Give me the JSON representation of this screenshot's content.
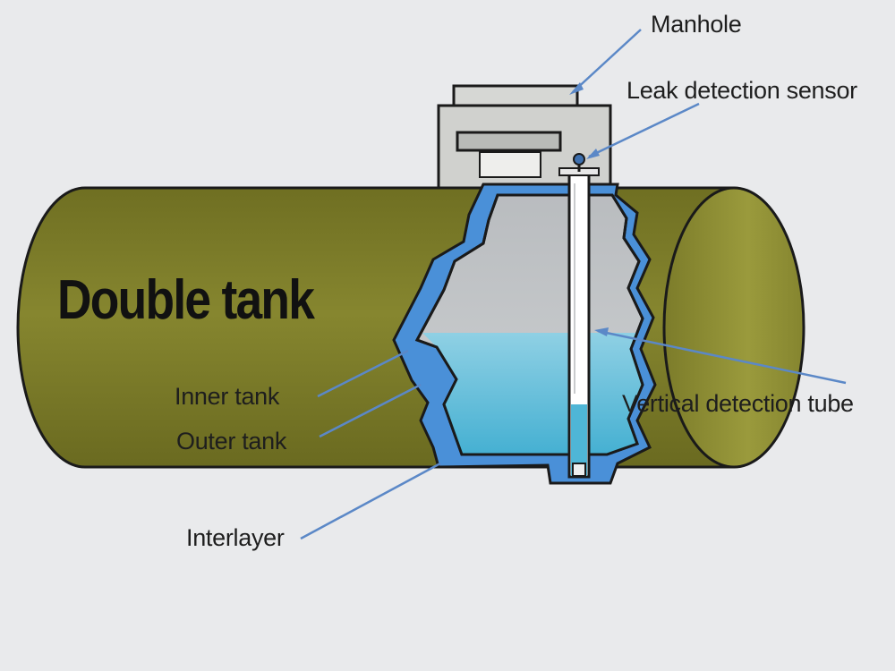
{
  "diagram": {
    "title": "Double tank",
    "labels": {
      "manhole": "Manhole",
      "leak_sensor": "Leak detection sensor",
      "inner_tank": "Inner tank",
      "outer_tank": "Outer tank",
      "interlayer": "Interlayer",
      "vertical_tube": "Vertical detection tube"
    },
    "colors": {
      "tank_body": "#7d7d2a",
      "tank_end": "#8e8e35",
      "interlayer": "#4a90d8",
      "liquid": "#5ab9d6",
      "inner_gray": "#c3c6c9",
      "outline": "#1a1a1a",
      "leader_line": "#5b88c7"
    }
  }
}
